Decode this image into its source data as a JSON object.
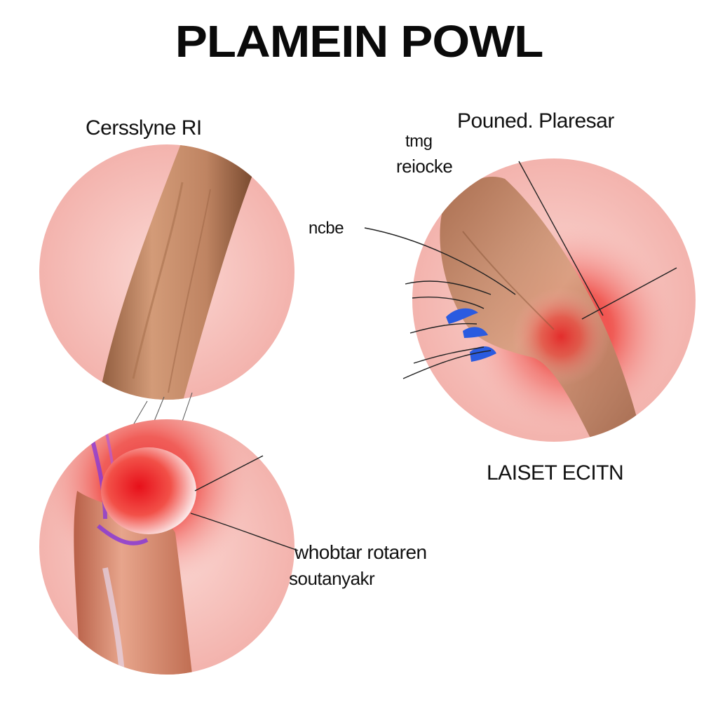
{
  "title": "PLAMEIN POWL",
  "labels": {
    "top_left": "Cersslyne RI",
    "top_right": "Pouned. Plaresar",
    "tmg": "tmg",
    "reiocke": "reiocke",
    "ncbe": "ncbe",
    "bottom_right": "LAISET ECITN",
    "lower_line1": "whobtar rotaren",
    "lower_line2": "soutanyakr"
  },
  "colors": {
    "circle_fill": "#f7c4c0",
    "pain_red": "#e8141a",
    "skin": "#c98a6a",
    "vein_blue": "#2a5be0",
    "ligament_purple": "#8a3ad6"
  }
}
